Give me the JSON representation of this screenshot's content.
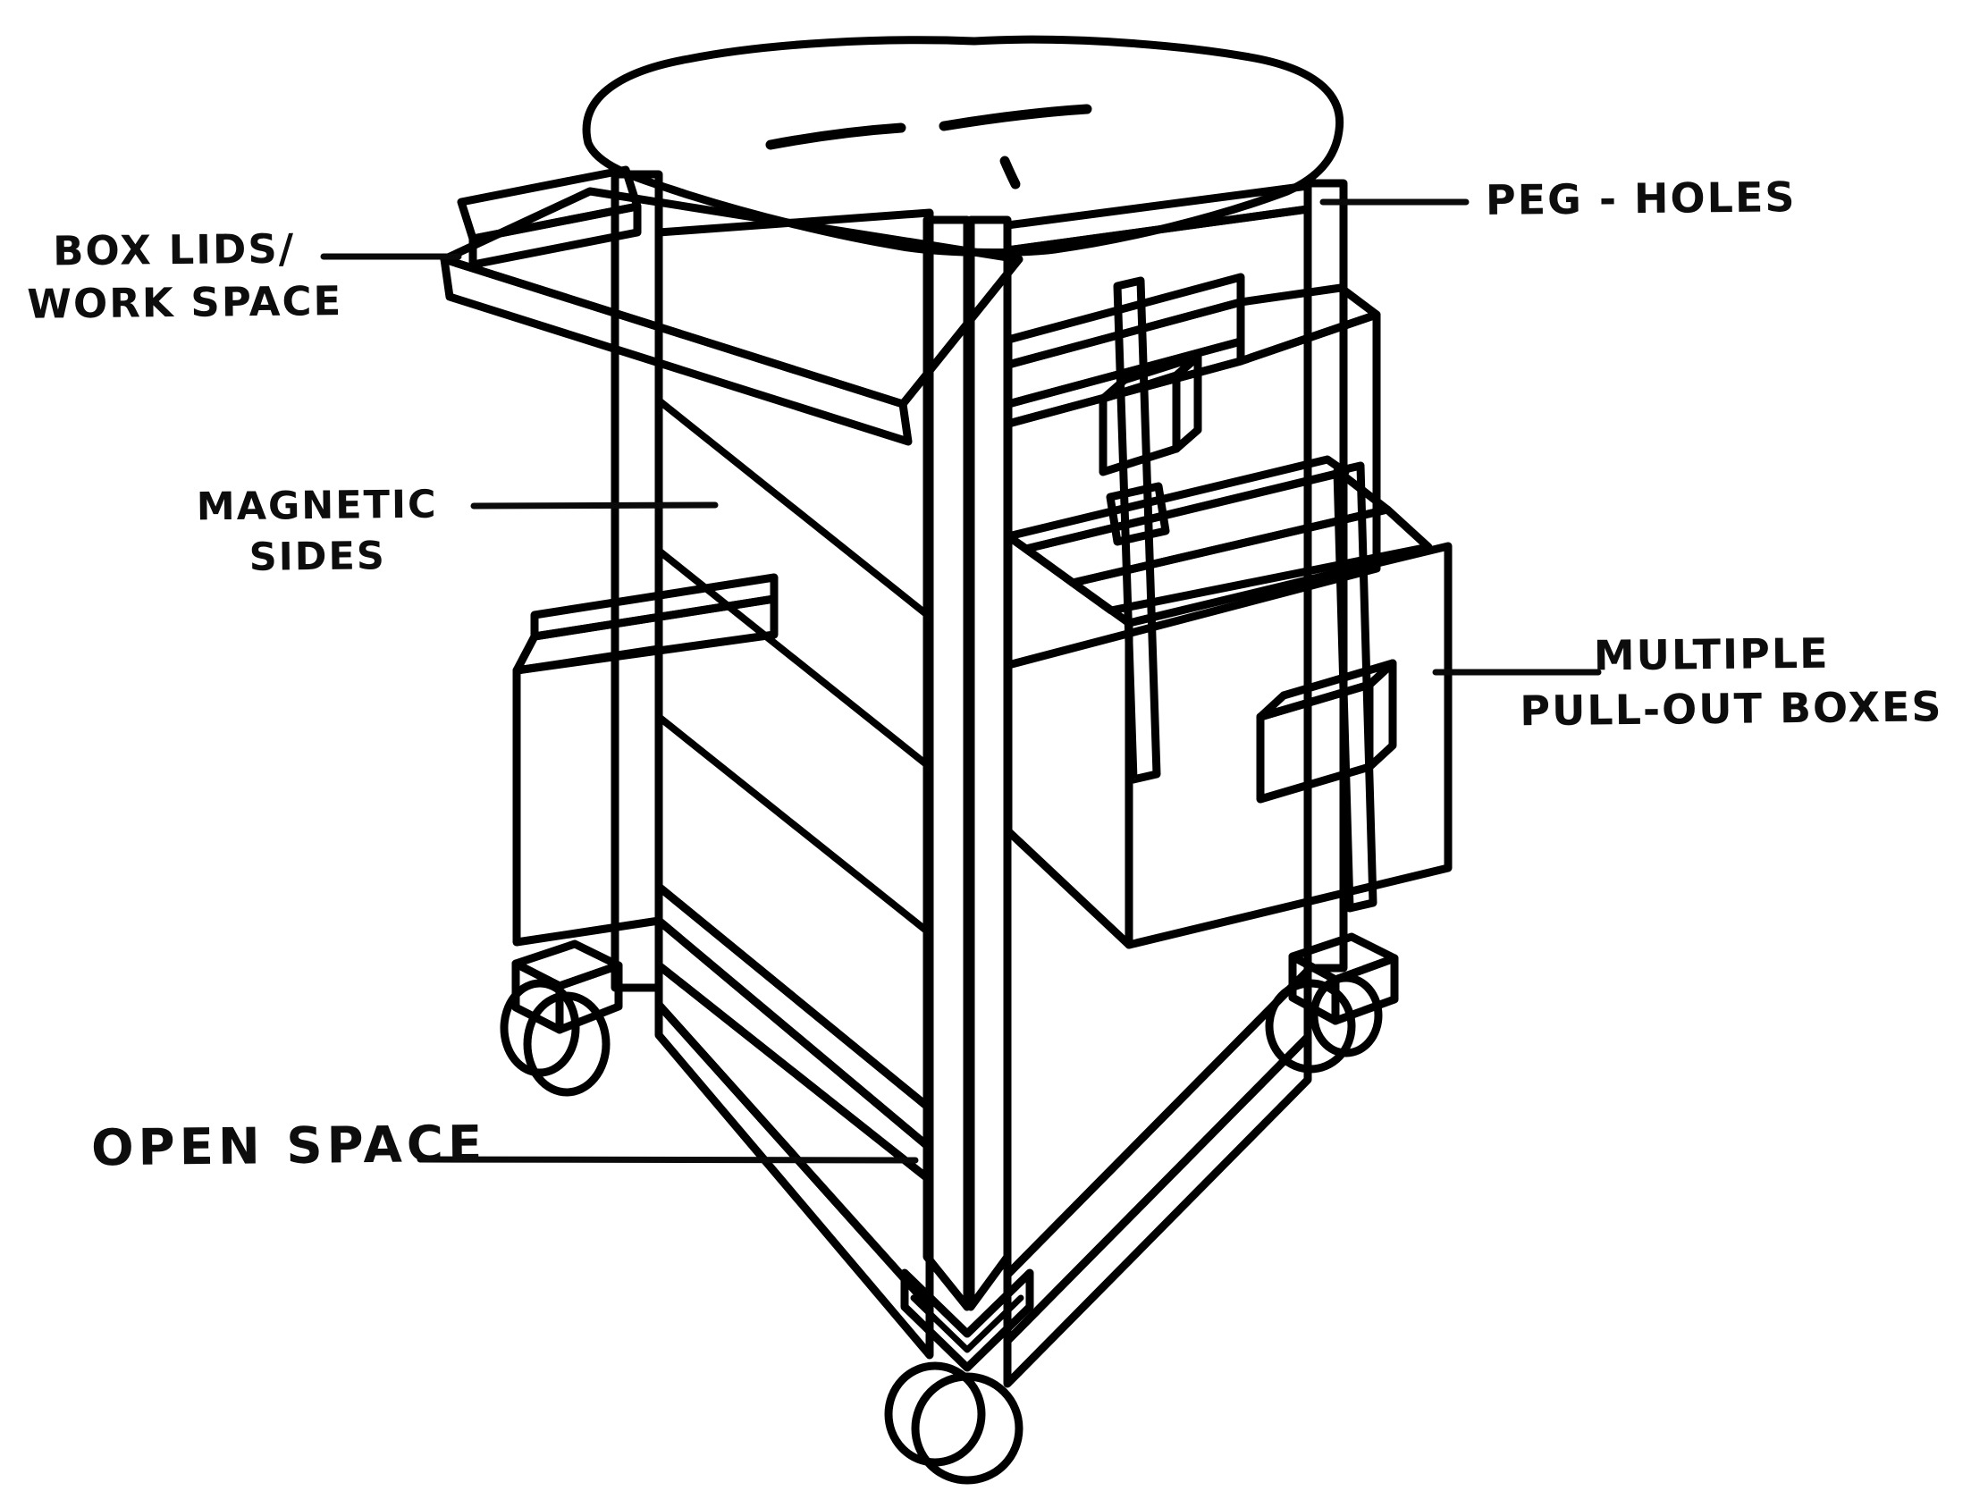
{
  "labels": {
    "peg_holes": "PEG - HOLES",
    "box_lids_line1": "BOX LIDS/",
    "box_lids_line2": "WORK SPACE",
    "magnetic_line1": "MAGNETIC",
    "magnetic_line2": "SIDES",
    "pull_out_line1": "MULTIPLE",
    "pull_out_line2": "PULL-OUT BOXES",
    "open_space": "OPEN SPACE"
  },
  "colors": {
    "cushion": "#c53837",
    "frame": "#b6abb8",
    "panel": "#403c40",
    "shelf_gray": "#6f686f",
    "shelf_shadow": "#4b454b",
    "board_top": "#b28272",
    "board_edge": "#a0745f",
    "box_face": "#eec0aa",
    "box_rim": "#a87b66",
    "box_interior": "#8a6051",
    "strap": "#dc9f86",
    "caster_mount": "#eadcee",
    "wheel": "#a9a9a9",
    "outline": "#000000"
  }
}
